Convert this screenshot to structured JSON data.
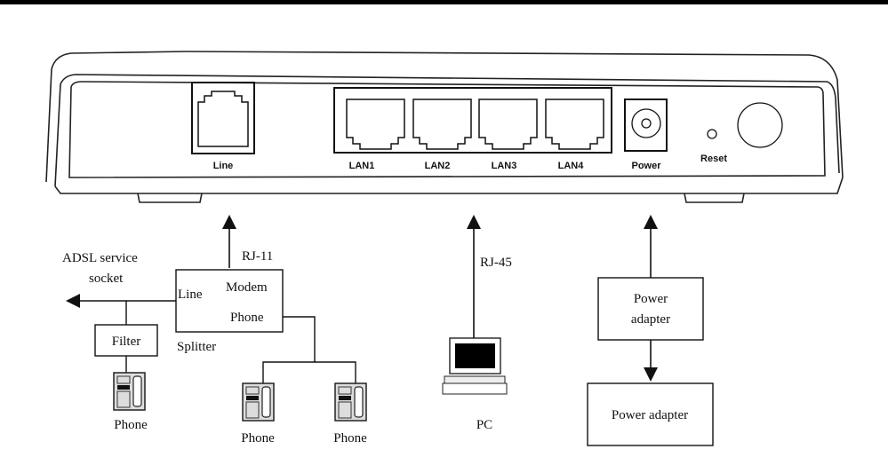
{
  "device": {
    "ports": {
      "line": "Line",
      "lan": [
        "LAN1",
        "LAN2",
        "LAN3",
        "LAN4"
      ],
      "power": "Power",
      "reset": "Reset"
    }
  },
  "connections": {
    "splitter": {
      "cable": "RJ-11",
      "adsl_socket_line1": "ADSL service",
      "adsl_socket_line2": "socket",
      "line_port": "Line",
      "modem_port": "Modem",
      "phone_port": "Phone",
      "name": "Splitter",
      "filter": "Filter",
      "phones": [
        "Phone",
        "Phone",
        "Phone"
      ]
    },
    "pc": {
      "cable": "RJ-45",
      "name": "PC"
    },
    "power": {
      "adapter_top_line1": "Power",
      "adapter_top_line2": "adapter",
      "adapter_bottom": "Power adapter"
    }
  }
}
